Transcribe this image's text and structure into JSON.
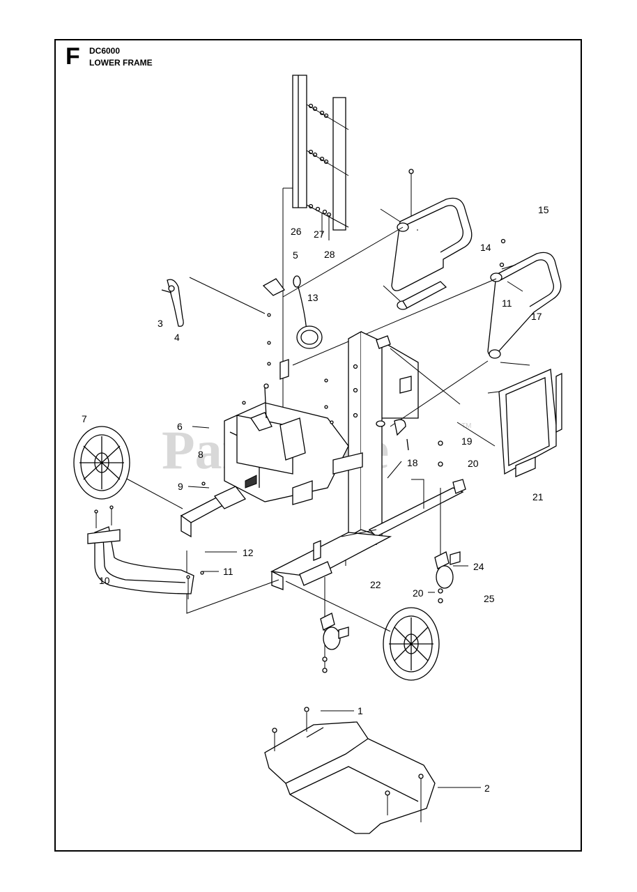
{
  "header": {
    "section_letter": "F",
    "model_code": "DC6000",
    "section_title": "LOWER FRAME"
  },
  "watermark": {
    "text": "PartsTree",
    "trademark": "TM"
  },
  "callouts": [
    "1",
    "2",
    "3",
    "4",
    "5",
    "6",
    "7",
    "8",
    "9",
    "10",
    "11",
    "11",
    "12",
    "13",
    "14",
    "15",
    "17",
    "18",
    "19",
    "20",
    "20",
    "21",
    "22",
    "24",
    "25",
    "26",
    "27",
    "28"
  ]
}
